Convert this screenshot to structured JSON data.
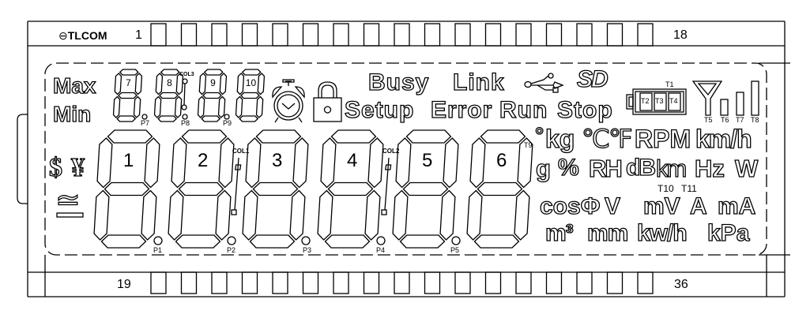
{
  "header": {
    "logo": "TLCOM",
    "pin_first_top": "1",
    "pin_last_top": "18",
    "pin_first_bottom": "19",
    "pin_last_bottom": "36"
  },
  "indicators": {
    "max": "Max",
    "min": "Min",
    "busy": "Busy",
    "link": "Link",
    "setup": "Setup",
    "error": "Error",
    "run": "Run",
    "stop": "Stop",
    "sd_logo": "SD",
    "battery_labels": [
      "T1",
      "T2",
      "T3",
      "T4"
    ],
    "signal_labels": [
      "T5",
      "T6",
      "T7",
      "T8"
    ]
  },
  "small_digits": {
    "labels": [
      "7",
      "8",
      "9",
      "10"
    ],
    "colon": "COL3",
    "points": [
      "P7",
      "P8",
      "P9"
    ]
  },
  "big_digits": {
    "labels": [
      "1",
      "2",
      "3",
      "4",
      "5",
      "6"
    ],
    "points": [
      "P1",
      "P2",
      "P3",
      "P4",
      "P5"
    ],
    "colons": [
      "COL1",
      "COL2"
    ]
  },
  "currency": {
    "dollar": "$",
    "yuan": "¥",
    "approx": "≃"
  },
  "units": {
    "row1": [
      "°",
      "kg",
      "℃",
      "℉",
      "RPM",
      "km/h"
    ],
    "row1_tag": "T9",
    "row2": [
      "g",
      "%",
      "RH",
      "dB",
      "km",
      "Hz",
      "W"
    ],
    "row2_tags": [
      "T10",
      "T11"
    ],
    "row3": [
      "cosΦ",
      "V",
      "mV",
      "A",
      "mA"
    ],
    "row4": [
      "m³",
      "mm",
      "kw/h",
      "kPa"
    ]
  }
}
